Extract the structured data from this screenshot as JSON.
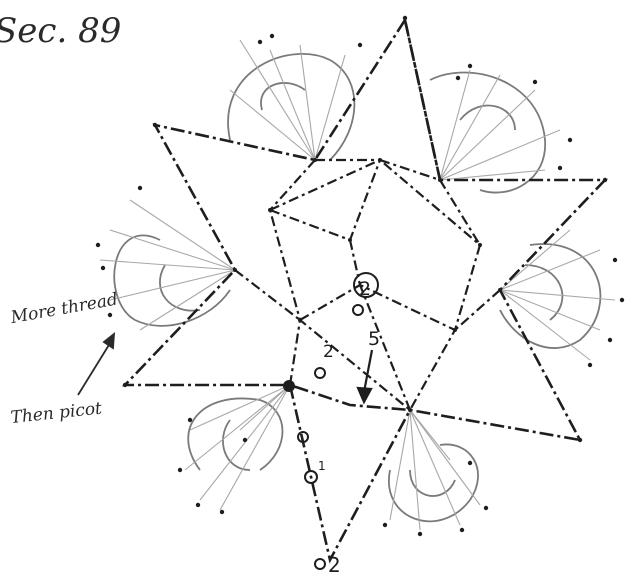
{
  "diagram": {
    "title": "Sec. 89",
    "labels": {
      "annotation_top": "More thread",
      "annotation_bottom": "Then picot",
      "center_ring_number": "2",
      "ring_number_left": "2",
      "arrow_number": "5",
      "lower_ring_number": "1",
      "bottom_number": "2"
    },
    "colors": {
      "ink": "#1e1e1e",
      "pencil": "#7a7a7a",
      "faint": "#a8a8a8",
      "background": "#ffffff"
    }
  }
}
